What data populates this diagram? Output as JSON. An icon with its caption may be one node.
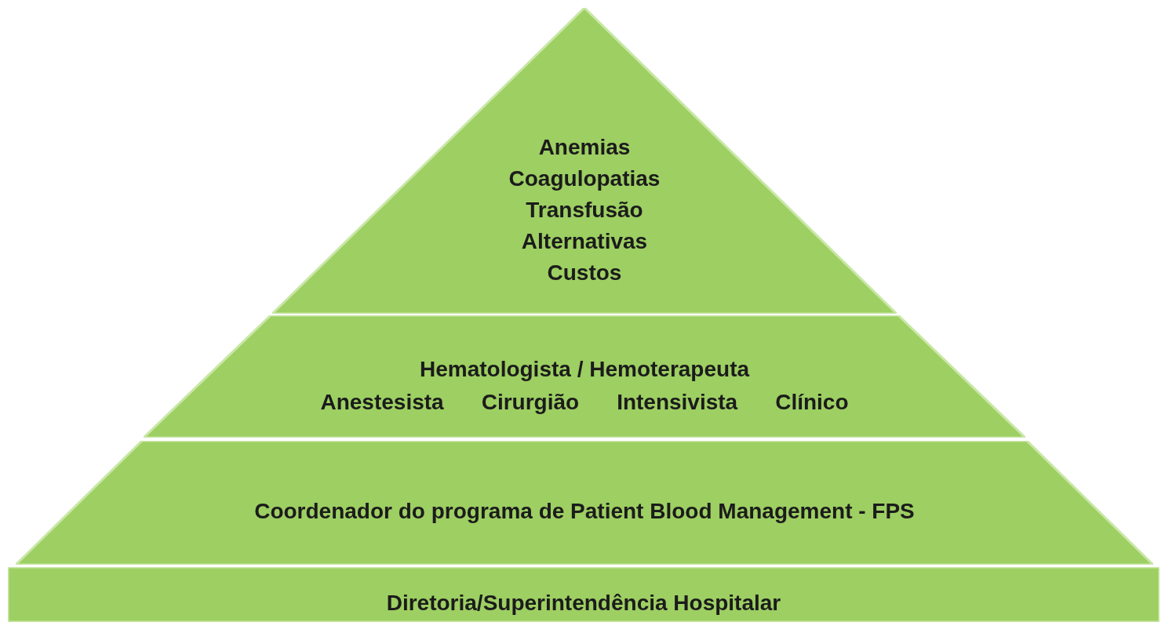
{
  "diagram": {
    "nodes": [
      {
        "text": [
          "Anemias",
          "Coagulopatias",
          "Transfusão",
          "Alternativas",
          "Custos"
        ]
      },
      {
        "text": [
          "Hematologista / Hemoterapeuta",
          "Anestesista",
          "Cirurgião",
          "Intensivista",
          "Clínico"
        ]
      },
      {
        "text": [
          "Coordenador do programa de Patient Blood Management - FPS"
        ]
      },
      {
        "text": [
          "Diretoria/Superintendência Hospitalar"
        ]
      }
    ],
    "edges": []
  }
}
